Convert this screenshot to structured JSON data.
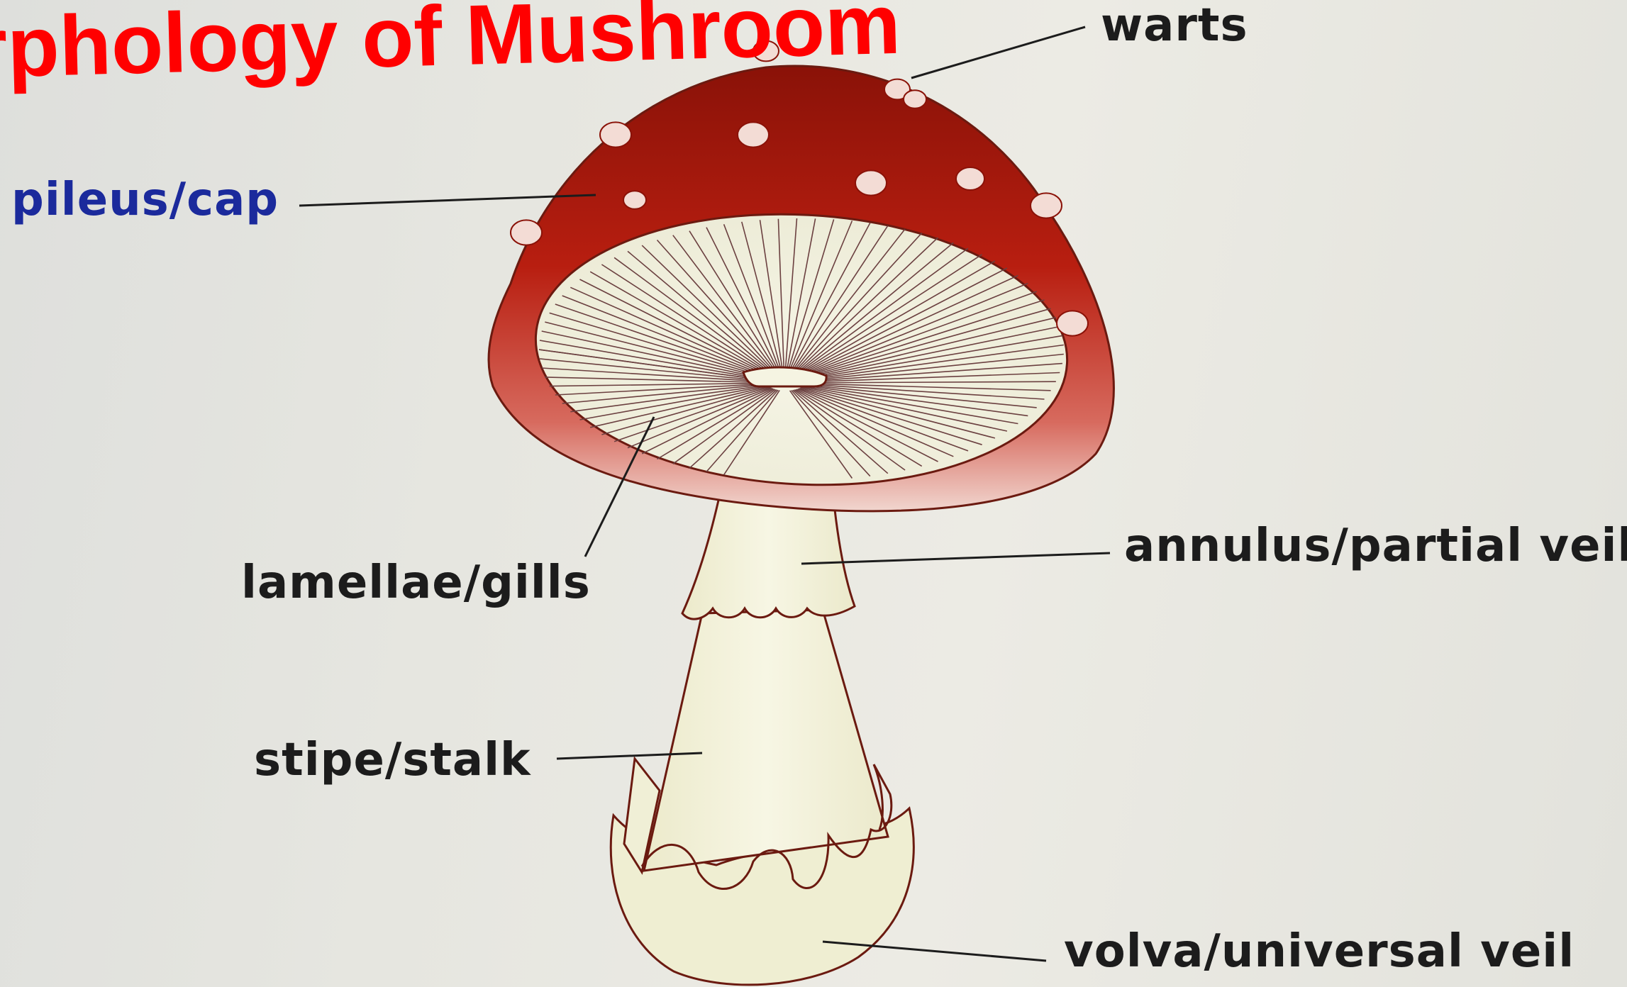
{
  "title": {
    "text": "rphology of Mushroom",
    "color": "#ff0000"
  },
  "labels": {
    "warts": "warts",
    "cap": "pileus/cap",
    "gills": "lamellae/gills",
    "annulus": "annulus/partial veil",
    "stipe": "stipe/stalk",
    "volva": "volva/universal veil"
  },
  "colors": {
    "cap_red": "#b81e10",
    "cap_dark": "#8a1208",
    "outline": "#6b1a10",
    "stem_fill": "#f2f1d8",
    "label_blue": "#1b2a9c",
    "label_dark": "#1c1c1c"
  }
}
